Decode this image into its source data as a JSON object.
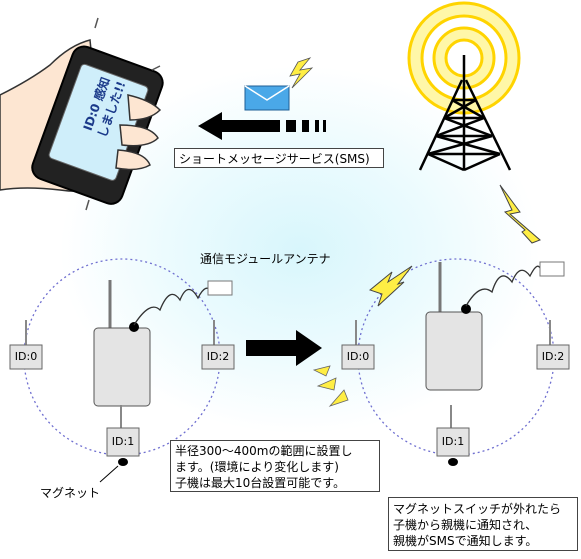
{
  "phone": {
    "screen_line1": "ID:0 感知",
    "screen_line2": "しました!!"
  },
  "sms_label": "ショートメッセージサービス(SMS)",
  "antenna_label": "通信モジュールアンテナ",
  "magnet_label": "マグネット",
  "sensors_before": {
    "left": "ID:0",
    "right": "ID:2",
    "bottom": "ID:1"
  },
  "sensors_after": {
    "left": "ID:0",
    "right": "ID:2",
    "bottom": "ID:1"
  },
  "note_installation": {
    "line1": "半径300〜400mの範囲に設置し",
    "line2": "ます。(環境により変化します)",
    "line3": "子機は最大10台設置可能です。"
  },
  "note_notification": {
    "line1": "マグネットスイッチが外れたら",
    "line2": "子機から親機に通知され、",
    "line3": "親機がSMSで通知します。"
  },
  "colors": {
    "glow": "#d8f6fc",
    "signal_ring": "#ffd400",
    "lightning": "#ffee44",
    "dotted_circle": "#6f6fd0",
    "unit_body": "#e4e4e4",
    "phone_screen": "#cfeefa",
    "envelope": "#4aa8e8"
  },
  "icons": [
    "smartphone-hand-icon",
    "envelope-icon",
    "lightning-icon",
    "arrow-left-icon",
    "transmission-tower-icon",
    "arrow-right-icon"
  ]
}
